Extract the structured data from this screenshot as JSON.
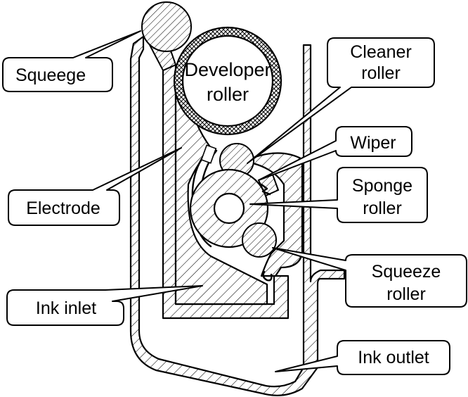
{
  "labels": {
    "squeege": "Squeege",
    "developer_line1": "Developer",
    "developer_line2": "roller",
    "cleaner_line1": "Cleaner",
    "cleaner_line2": "roller",
    "wiper": "Wiper",
    "electrode": "Electrode",
    "sponge_line1": "Sponge",
    "sponge_line2": "roller",
    "squeeze_line1": "Squeeze",
    "squeeze_line2": "roller",
    "ink_inlet": "Ink inlet",
    "ink_outlet": "Ink outlet"
  }
}
